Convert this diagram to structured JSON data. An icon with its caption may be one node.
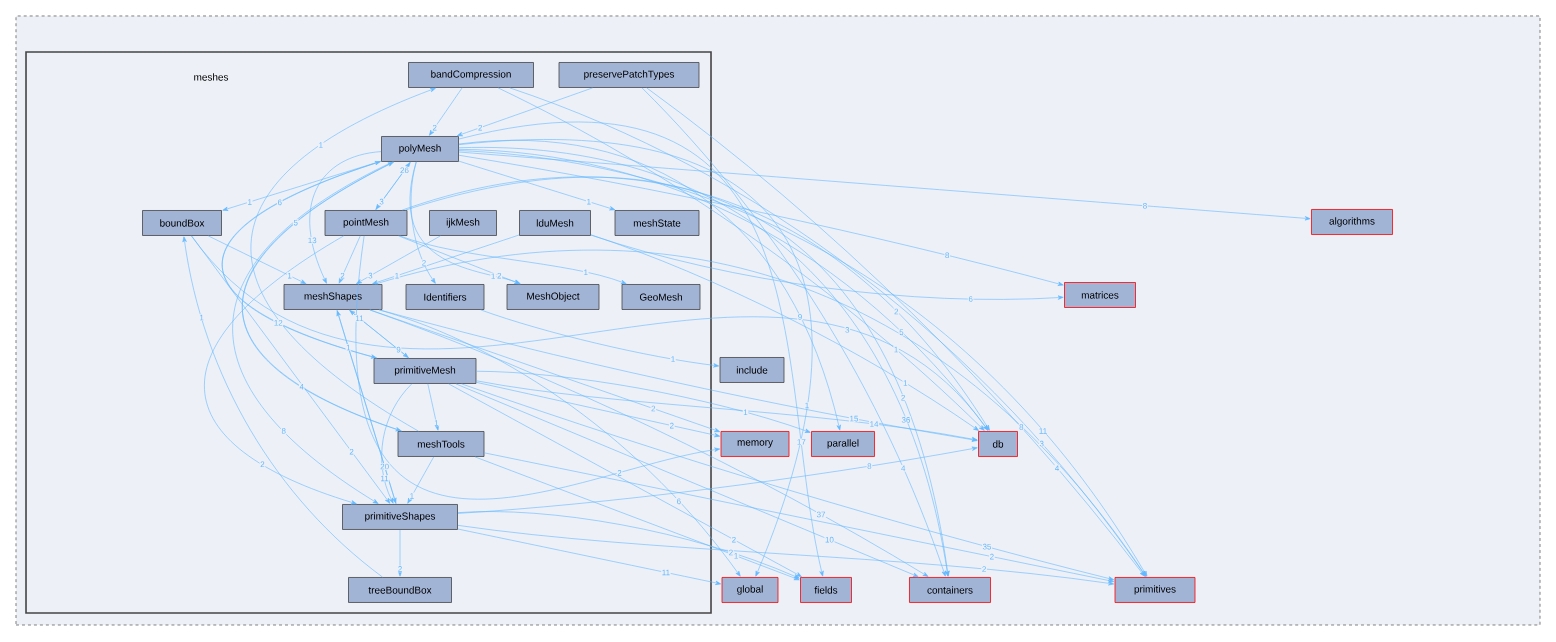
{
  "diagram": {
    "nodes": [
      {
        "text": [],
        "shape": "box"
      },
      {
        "text": [
          "meshes"
        ],
        "in": 0
      },
      {
        "text": [
          "bandCompression"
        ],
        "in": 1
      },
      {
        "text": [
          "preservePatchTypes"
        ],
        "in": 1
      },
      {
        "text": [
          "polyMesh"
        ],
        "in": 1
      },
      {
        "text": [
          "boundBox"
        ],
        "in": 1
      },
      {
        "text": [
          "pointMesh"
        ],
        "in": 1
      },
      {
        "text": [
          "ijkMesh"
        ],
        "in": 1
      },
      {
        "text": [
          "lduMesh"
        ],
        "in": 1
      },
      {
        "text": [
          "meshState"
        ],
        "in": 1
      },
      {
        "text": [
          "meshShapes"
        ],
        "in": 1
      },
      {
        "text": [
          "Identifiers"
        ],
        "in": 1
      },
      {
        "text": [
          "MeshObject"
        ],
        "in": 1
      },
      {
        "text": [
          "GeoMesh"
        ],
        "in": 1
      },
      {
        "text": [
          "primitiveMesh"
        ],
        "in": 1
      },
      {
        "text": [
          "meshTools"
        ],
        "in": 1
      },
      {
        "text": [
          "primitiveShapes"
        ],
        "in": 1
      },
      {
        "text": [
          "treeBoundBox"
        ],
        "in": 1
      },
      {
        "text": [
          "algorithms"
        ],
        "in": 0
      },
      {
        "text": [
          "matrices"
        ],
        "in": 0
      },
      {
        "text": [
          "include"
        ],
        "in": 0
      },
      {
        "text": [
          "memory"
        ],
        "in": 0
      },
      {
        "text": [
          "parallel"
        ],
        "in": 0
      },
      {
        "text": [
          "db"
        ],
        "in": 0
      },
      {
        "text": [
          "global"
        ],
        "in": 0
      },
      {
        "text": [
          "fields"
        ],
        "in": 0
      },
      {
        "text": [
          "containers"
        ],
        "in": 0
      },
      {
        "text": [
          "primitives"
        ],
        "in": 0
      }
    ],
    "edges": [
      {
        "from": 2,
        "to": 4,
        "arrow": "to",
        "label": "2"
      },
      {
        "from": 3,
        "to": 4,
        "arrow": "to",
        "label": "2"
      },
      {
        "from": 15,
        "to": 2,
        "arrow": "to",
        "label": "1"
      },
      {
        "from": 4,
        "to": 5,
        "arrow": "to",
        "label": "1"
      },
      {
        "from": 4,
        "to": 6,
        "arrow": "to",
        "label": "3"
      },
      {
        "from": 6,
        "to": 4,
        "arrow": "to",
        "label": "26"
      },
      {
        "from": 4,
        "to": 9,
        "arrow": "to",
        "label": "1"
      },
      {
        "from": 4,
        "to": 18,
        "arrow": "to",
        "label": "8"
      },
      {
        "from": 4,
        "to": 10,
        "arrow": "to",
        "label": "13"
      },
      {
        "from": 4,
        "to": 11,
        "arrow": "to",
        "label": "2"
      },
      {
        "from": 4,
        "to": 12,
        "arrow": "to",
        "label": "1"
      },
      {
        "from": 6,
        "to": 12,
        "arrow": "to",
        "label": "2"
      },
      {
        "from": 6,
        "to": 13,
        "arrow": "to",
        "label": "1"
      },
      {
        "from": 6,
        "to": 10,
        "arrow": "to",
        "label": "2"
      },
      {
        "from": 7,
        "to": 10,
        "arrow": "to",
        "label": "3"
      },
      {
        "from": 8,
        "to": 10,
        "arrow": "to",
        "label": "1"
      },
      {
        "from": 5,
        "to": 10,
        "arrow": "to",
        "label": "1"
      },
      {
        "from": 17,
        "to": 5,
        "arrow": "to",
        "label": "1"
      },
      {
        "from": 5,
        "to": 16,
        "arrow": "to",
        "label": "2"
      },
      {
        "from": 10,
        "to": 14,
        "arrow": "to",
        "label": "9"
      },
      {
        "from": 14,
        "to": 10,
        "arrow": "to",
        "label": "11"
      },
      {
        "from": 16,
        "to": 10,
        "arrow": "to",
        "label": "1"
      },
      {
        "from": 4,
        "to": 14,
        "arrow": "to",
        "label": "12"
      },
      {
        "from": 14,
        "to": 4,
        "arrow": "to",
        "label": "6"
      },
      {
        "from": 15,
        "to": 4,
        "arrow": "to",
        "label": "5"
      },
      {
        "from": 14,
        "to": 15,
        "arrow": "to",
        "label": "1"
      },
      {
        "from": 14,
        "to": 16,
        "arrow": "to",
        "label": "11"
      },
      {
        "from": 15,
        "to": 16,
        "arrow": "to",
        "label": "1"
      },
      {
        "from": 4,
        "to": 16,
        "arrow": "to",
        "label": "8"
      },
      {
        "from": 10,
        "to": 16,
        "arrow": "to",
        "label": "20"
      },
      {
        "from": 6,
        "to": 16,
        "arrow": "to",
        "label": "2"
      },
      {
        "from": 4,
        "to": 15,
        "arrow": "to",
        "label": "4"
      },
      {
        "from": 16,
        "to": 17,
        "arrow": "to",
        "label": "2"
      },
      {
        "from": 11,
        "to": 20,
        "arrow": "to",
        "label": "1"
      },
      {
        "from": 10,
        "to": 21,
        "arrow": "to",
        "label": "2"
      },
      {
        "from": 14,
        "to": 21,
        "arrow": "to",
        "label": "2"
      },
      {
        "from": 6,
        "to": 21,
        "arrow": "to",
        "label": "2"
      },
      {
        "from": 14,
        "to": 22,
        "arrow": "to",
        "label": "1"
      },
      {
        "from": 4,
        "to": 22,
        "arrow": "to",
        "label": "9"
      },
      {
        "from": 14,
        "to": 23,
        "arrow": "to",
        "label": "14"
      },
      {
        "from": 16,
        "to": 23,
        "arrow": "to",
        "label": "8"
      },
      {
        "from": 4,
        "to": 23,
        "arrow": "to",
        "label": "5"
      },
      {
        "from": 6,
        "to": 23,
        "arrow": "to",
        "label": "2"
      },
      {
        "from": 8,
        "to": 23,
        "arrow": "to",
        "label": "1"
      },
      {
        "from": 10,
        "to": 23,
        "arrow": "to",
        "label": "15"
      },
      {
        "from": 5,
        "to": 23,
        "arrow": "to",
        "label": "3"
      },
      {
        "from": 2,
        "to": 23,
        "arrow": "to",
        "label": "1"
      },
      {
        "from": 4,
        "to": 19,
        "arrow": "to",
        "label": "8"
      },
      {
        "from": 8,
        "to": 19,
        "arrow": "to",
        "label": "6"
      },
      {
        "from": 10,
        "to": 24,
        "arrow": "to",
        "label": "6"
      },
      {
        "from": 16,
        "to": 24,
        "arrow": "to",
        "label": "11"
      },
      {
        "from": 4,
        "to": 24,
        "arrow": "to",
        "label": "1"
      },
      {
        "from": 16,
        "to": 25,
        "arrow": "to",
        "label": "2"
      },
      {
        "from": 14,
        "to": 25,
        "arrow": "to",
        "label": "2"
      },
      {
        "from": 15,
        "to": 25,
        "arrow": "to",
        "label": "1"
      },
      {
        "from": 4,
        "to": 25,
        "arrow": "to",
        "label": "17"
      },
      {
        "from": 4,
        "to": 26,
        "arrow": "to",
        "label": "36"
      },
      {
        "from": 10,
        "to": 26,
        "arrow": "to",
        "label": "37"
      },
      {
        "from": 6,
        "to": 26,
        "arrow": "to",
        "label": "2"
      },
      {
        "from": 14,
        "to": 26,
        "arrow": "to",
        "label": "10"
      },
      {
        "from": 3,
        "to": 26,
        "arrow": "to",
        "label": "4"
      },
      {
        "from": 4,
        "to": 27,
        "arrow": "to",
        "label": "11"
      },
      {
        "from": 10,
        "to": 27,
        "arrow": "to",
        "label": "8"
      },
      {
        "from": 14,
        "to": 27,
        "arrow": "to",
        "label": "35"
      },
      {
        "from": 16,
        "to": 27,
        "arrow": "to",
        "label": "2"
      },
      {
        "from": 2,
        "to": 27,
        "arrow": "to",
        "label": "3"
      },
      {
        "from": 3,
        "to": 27,
        "arrow": "to",
        "label": "4"
      },
      {
        "from": 15,
        "to": 27,
        "arrow": "to",
        "label": "2"
      }
    ]
  }
}
